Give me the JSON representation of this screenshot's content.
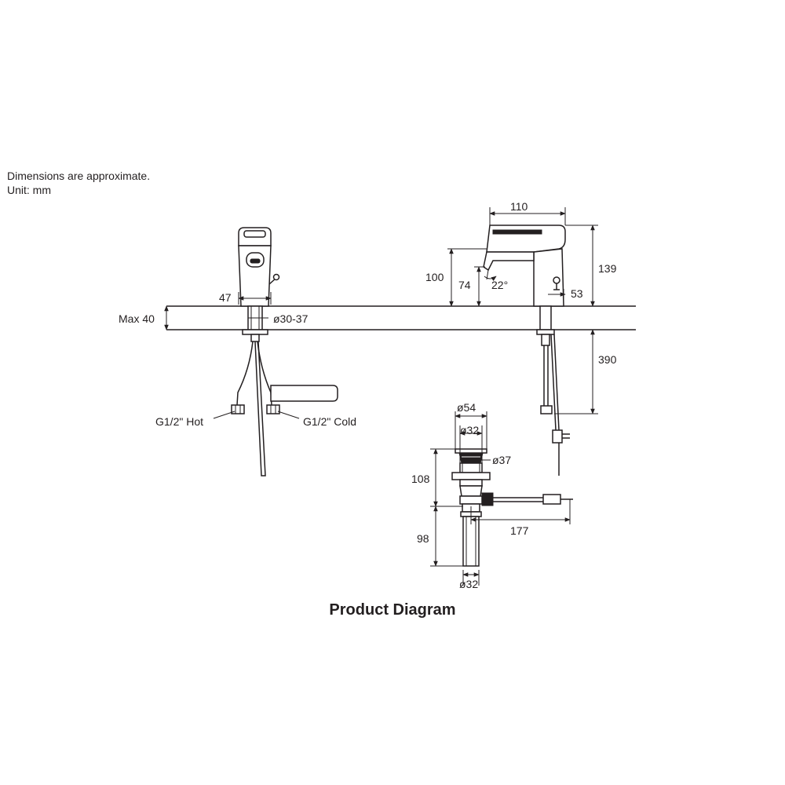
{
  "note": {
    "line1": "Dimensions are approximate.",
    "line2": "Unit: mm"
  },
  "title": "Product Diagram",
  "dimensions": {
    "front_width": "47",
    "deck_max": "Max 40",
    "hole_diameter": "ø30-37",
    "hot_inlet": "G1/2\" Hot",
    "cold_inlet": "G1/2\" Cold",
    "spout_reach": "110",
    "total_height": "139",
    "spout_height": "100",
    "outlet_height": "74",
    "spout_angle": "22°",
    "base_offset": "53",
    "hose_length": "390",
    "waste_flange": "ø54",
    "waste_inner": "ø32",
    "waste_body": "ø37",
    "waste_upper": "108",
    "waste_lower": "98",
    "rod_length": "177",
    "waste_tail": "ø32"
  }
}
